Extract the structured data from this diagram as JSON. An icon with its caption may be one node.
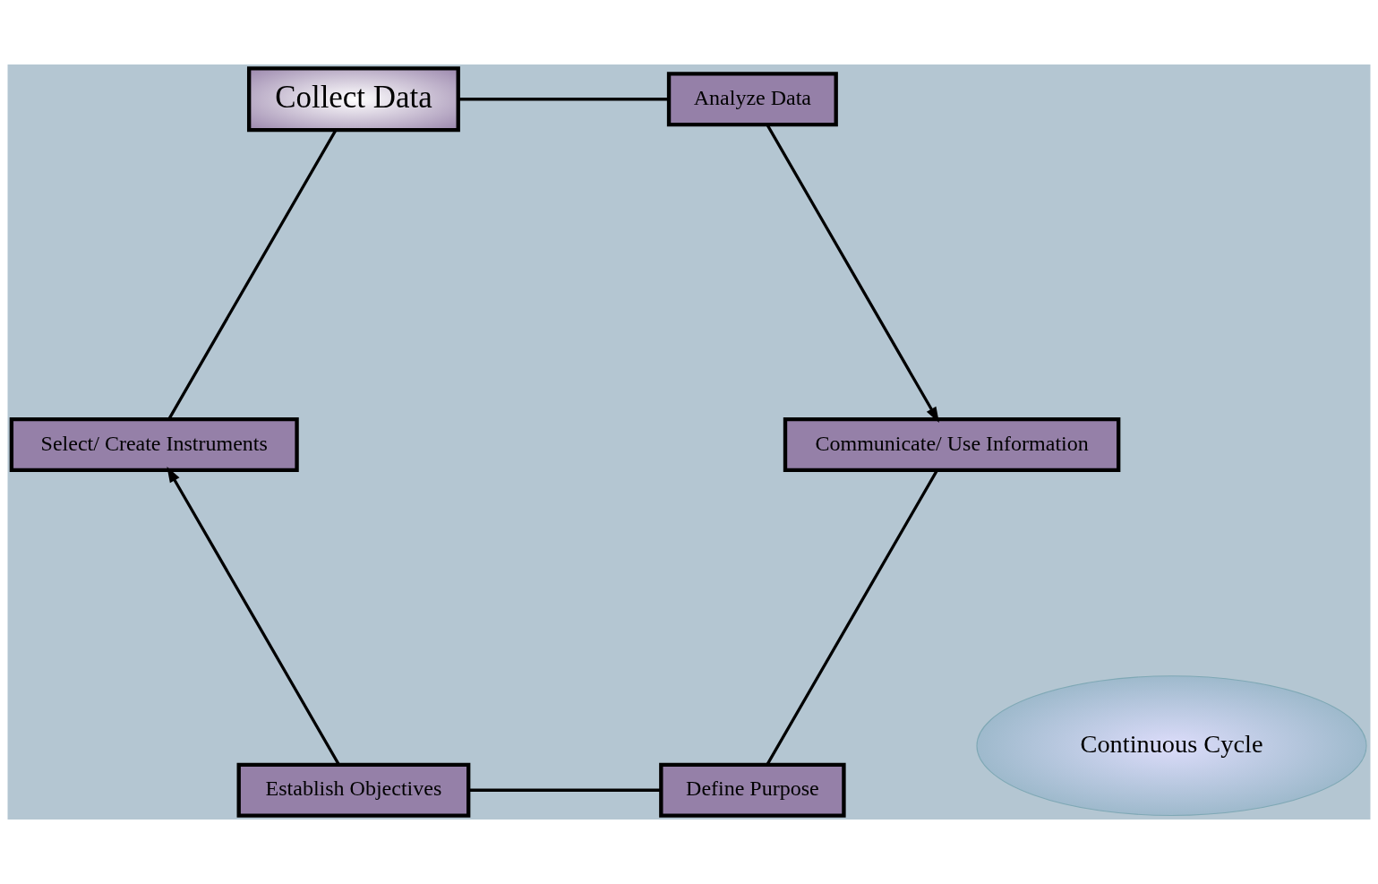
{
  "diagram": {
    "nodes": [
      {
        "text": [
          "Continuous Cycle"
        ]
      },
      {
        "text": [
          "Define Purpose"
        ]
      },
      {
        "text": [
          "Establish Objectives"
        ]
      },
      {
        "text": [
          "Select/ Create Instruments"
        ]
      },
      {
        "text": [
          "Collect Data"
        ]
      },
      {
        "text": [
          "Analyze Data"
        ]
      },
      {
        "text": [
          "Communicate/ Use Information"
        ]
      }
    ],
    "edges": [
      {
        "from": 1,
        "to": 2,
        "arrow": "none"
      },
      {
        "from": 2,
        "to": 3,
        "arrow": "to"
      },
      {
        "from": 3,
        "to": 4,
        "arrow": "none"
      },
      {
        "from": 4,
        "to": 5,
        "arrow": "none"
      },
      {
        "from": 5,
        "to": 6,
        "arrow": "to"
      },
      {
        "from": 6,
        "to": 1,
        "arrow": "none"
      }
    ]
  }
}
